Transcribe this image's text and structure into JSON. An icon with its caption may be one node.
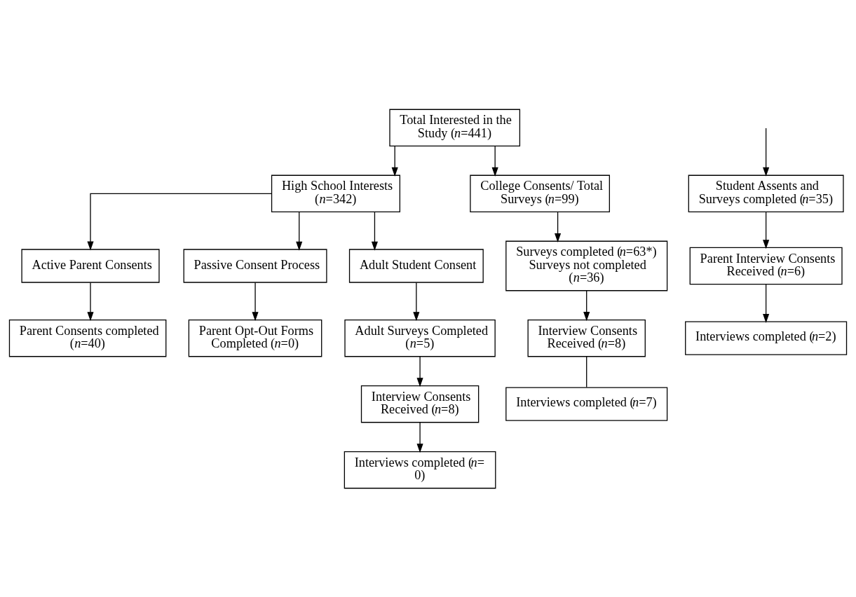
{
  "diagram": {
    "nodes": [
      {
        "text": [
          "Total Interested in the Study (*n*=441)"
        ]
      },
      {
        "text": [
          "High School Interests (*n*=342)"
        ]
      },
      {
        "text": [
          "College Consents/ Total Surveys (*n*=99)"
        ]
      },
      {
        "text": [
          "Active Parent Consents"
        ]
      },
      {
        "text": [
          "Passive Consent Process"
        ]
      },
      {
        "text": [
          "Adult Student Consent"
        ]
      },
      {
        "text": [
          "Parent Consents completed (*n*=40)"
        ]
      },
      {
        "text": [
          "Parent Opt-Out Forms Completed (*n*=0)"
        ]
      },
      {
        "text": [
          "Adult Surveys Completed (*n*=5)"
        ]
      },
      {
        "text": [
          "Surveys completed (*n*=63*)",
          "Surveys not completed (*n*=36)"
        ]
      },
      {
        "text": [
          "Student Assents and Surveys completed (*n*=35)"
        ]
      },
      {
        "text": [
          "Interview Consents Received (*n*=8)"
        ]
      },
      {
        "text": [
          "Interview Consents Received (*n*=8)"
        ]
      },
      {
        "text": [
          "Parent Interview Consents Received (*n*=6)"
        ]
      },
      {
        "text": [
          "Interviews completed (*n*= 0)"
        ]
      },
      {
        "text": [
          "Interviews completed (*n*=7)"
        ]
      },
      {
        "text": [
          "Interviews completed (*n*=2)"
        ]
      }
    ],
    "edges": [
      {
        "from": 0,
        "to": 1,
        "arrow": "to"
      },
      {
        "from": 0,
        "to": 2,
        "arrow": "to"
      },
      {
        "from": 1,
        "to": 3,
        "arrow": "to"
      },
      {
        "from": 1,
        "to": 4,
        "arrow": "to"
      },
      {
        "from": 1,
        "to": 5,
        "arrow": "to"
      },
      {
        "from": 2,
        "to": 9,
        "arrow": "to"
      },
      {
        "from": 3,
        "to": 6,
        "arrow": "to"
      },
      {
        "from": 4,
        "to": 7,
        "arrow": "to"
      },
      {
        "from": 5,
        "to": 8,
        "arrow": "to"
      },
      {
        "from": 9,
        "to": 12,
        "arrow": "to"
      },
      {
        "from": null,
        "to": 10,
        "arrow": "to"
      },
      {
        "from": 8,
        "to": 11,
        "arrow": "to"
      },
      {
        "from": 12,
        "to": 15,
        "arrow": "none"
      },
      {
        "from": 10,
        "to": 13,
        "arrow": "to"
      },
      {
        "from": 11,
        "to": 14,
        "arrow": "to"
      },
      {
        "from": 13,
        "to": 16,
        "arrow": "to"
      }
    ]
  }
}
